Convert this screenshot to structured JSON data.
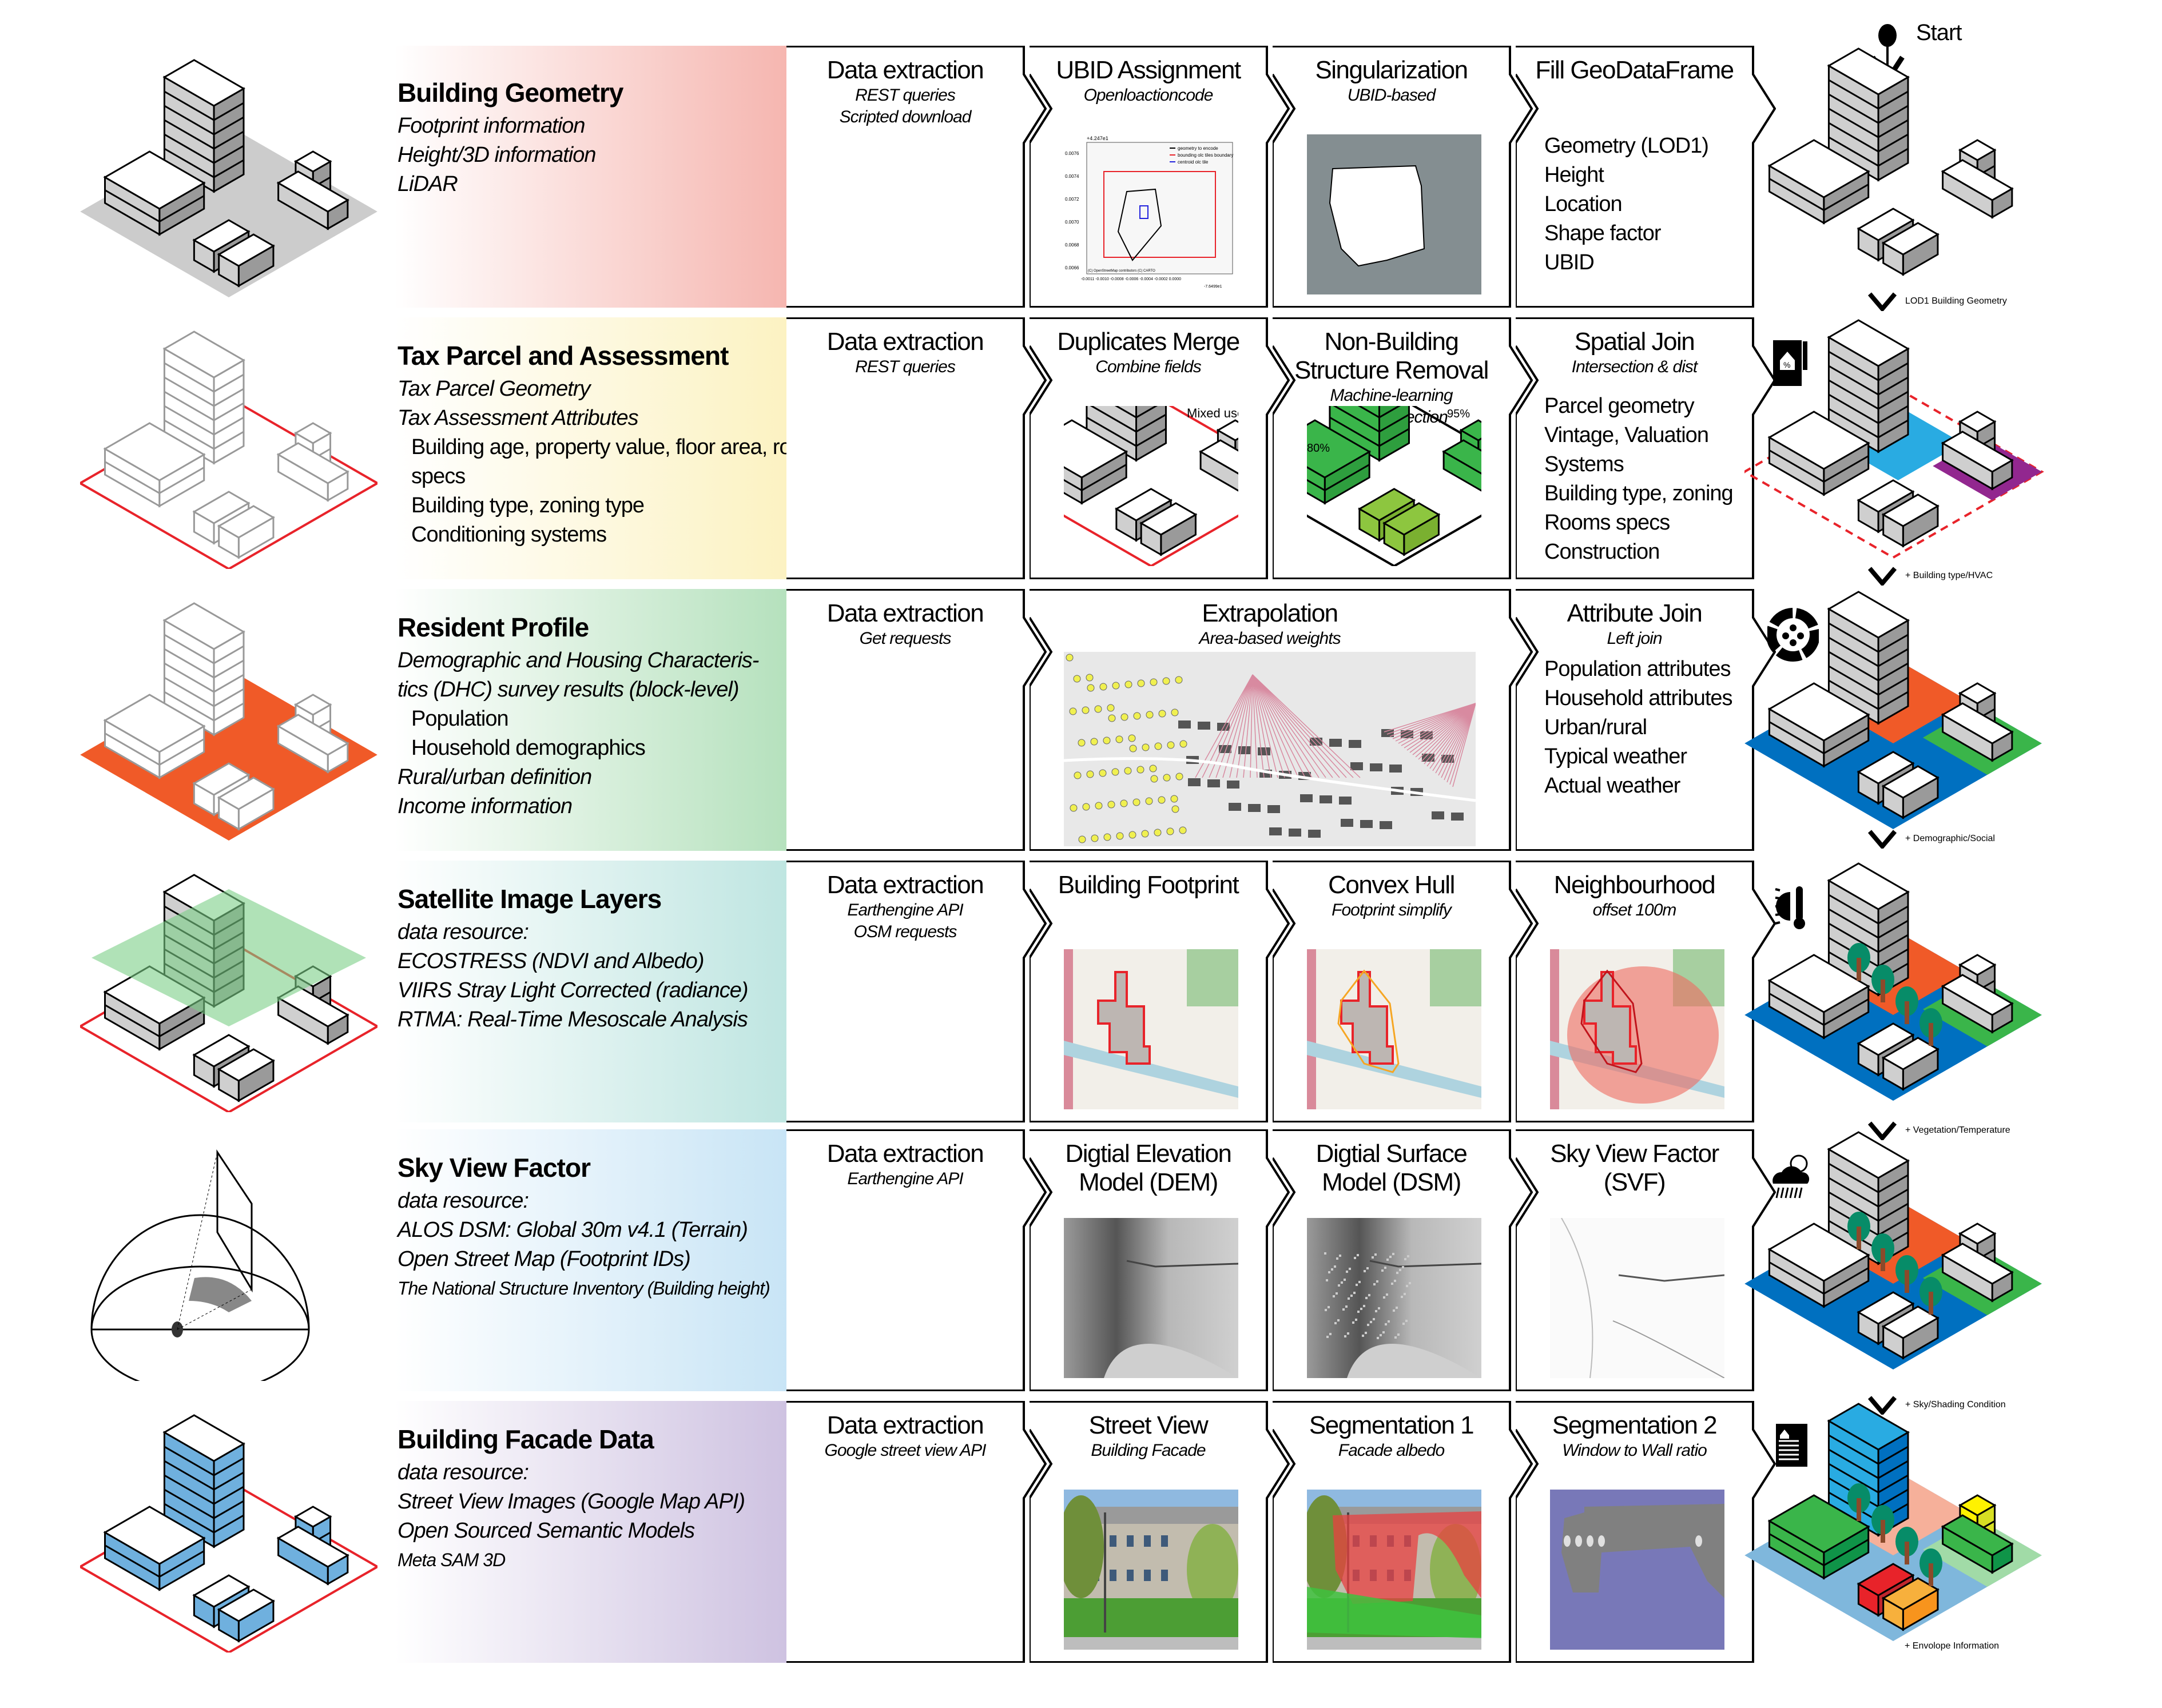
{
  "start_label": "Start",
  "rows": [
    {
      "id": "building-geometry",
      "band_color": "#f4aaa3",
      "title": "Building Geometry",
      "lines": [
        {
          "text": "Footprint information",
          "style": "it"
        },
        {
          "text": "Height/3D information",
          "style": "it"
        },
        {
          "text": "LiDAR",
          "style": "it"
        }
      ],
      "stages": [
        {
          "title": "Data extraction",
          "subs": [
            "REST queries",
            "Scripted download"
          ]
        },
        {
          "title": "UBID Assignment",
          "subs": [
            "Openloactioncode"
          ],
          "plot": {
            "offset_label": "+4.247e1",
            "x_offset_label": "-7.6499e1",
            "yticks": [
              "0.0076",
              "0.0074",
              "0.0072",
              "0.0070",
              "0.0068",
              "0.0066"
            ],
            "xticks": "-0.0011 -0.0010 -0.0008 -0.0006 -0.0004 -0.0002 0.0000",
            "legend": [
              "geometry to encode",
              "bounding olc tiles boundary",
              "centroid olc tile"
            ],
            "credit": "(C) OpenStreetMap contributors (C) CARTO"
          }
        },
        {
          "title": "Singularization",
          "subs": [
            "UBID-based"
          ]
        },
        {
          "title": "Fill GeoDataFrame",
          "subs": [],
          "list": [
            "Geometry (LOD1)",
            "Height",
            "Location",
            "Shape factor",
            "UBID"
          ]
        }
      ],
      "output_label": "LOD1 Building Geometry",
      "output_icon": "start-marker"
    },
    {
      "id": "tax-parcel",
      "band_color": "#fbf0b8",
      "title": "Tax Parcel and Assessment",
      "lines": [
        {
          "text": "Tax Parcel Geometry",
          "style": "it"
        },
        {
          "text": "Tax Assessment Attributes",
          "style": "it"
        },
        {
          "text": "Building age, property value, floor area, room",
          "style": "ind"
        },
        {
          "text": "specs",
          "style": "ind"
        },
        {
          "text": "Building type, zoning type",
          "style": "ind"
        },
        {
          "text": "Conditioning systems",
          "style": "ind"
        }
      ],
      "stages": [
        {
          "title": "Data extraction",
          "subs": [
            "REST queries"
          ]
        },
        {
          "title": "Duplicates Merge",
          "subs": [
            "Combine fields"
          ],
          "annotation": "Mixed use"
        },
        {
          "title": "Non-Building Structure Removal",
          "subs": [
            "Machine-learning",
            "based detection"
          ],
          "annotations": [
            "80%",
            "95%"
          ]
        },
        {
          "title": "Spatial Join",
          "subs": [
            "Intersection & dist"
          ],
          "list": [
            "Parcel geometry",
            "Vintage, Valuation",
            "Systems",
            "Building type, zoning",
            "Rooms specs",
            "Construction"
          ]
        }
      ],
      "output_label": "+ Building type/HVAC",
      "output_icon": "tax-receipt-house-icon"
    },
    {
      "id": "resident-profile",
      "band_color": "#a9dcb2",
      "title": "Resident Profile",
      "lines": [
        {
          "text": "Demographic and Housing Characteris-",
          "style": "it"
        },
        {
          "text": "tics (DHC) survey results (block-level)",
          "style": "it"
        },
        {
          "text": "Population",
          "style": "ind"
        },
        {
          "text": "Household demographics",
          "style": "ind"
        },
        {
          "text": "Rural/urban definition",
          "style": "it"
        },
        {
          "text": "Income information",
          "style": "it"
        }
      ],
      "stages": [
        {
          "title": "Data extraction",
          "subs": [
            "Get requests"
          ]
        },
        {
          "title": "Extrapolation",
          "subs": [
            "Area-based weights"
          ],
          "wide": true
        },
        {
          "title": "Attribute Join",
          "subs": [
            "Left join"
          ],
          "list": [
            "Population attributes",
            "Household attributes",
            "Urban/rural",
            "Typical weather",
            "Actual weather"
          ]
        }
      ],
      "output_label": "+ Demographic/Social",
      "output_icon": "population-group-icon"
    },
    {
      "id": "satellite",
      "band_color": "#b4e1dc",
      "title": "Satellite Image Layers",
      "lines": [
        {
          "text": "data resource:",
          "style": "it"
        },
        {
          "text": "ECOSTRESS (NDVI and Albedo)",
          "style": "it"
        },
        {
          "text": "VIIRS Stray Light Corrected (radiance)",
          "style": "it"
        },
        {
          "text": "RTMA: Real-Time Mesoscale Analysis",
          "style": "it"
        }
      ],
      "stages": [
        {
          "title": "Data extraction",
          "subs": [
            "Earthengine API",
            "OSM requests"
          ]
        },
        {
          "title": "Building Footprint",
          "subs": []
        },
        {
          "title": "Convex Hull",
          "subs": [
            "Footprint simplify"
          ]
        },
        {
          "title": "Neighbourhood",
          "subs": [
            "offset 100m"
          ]
        }
      ],
      "output_label": "+ Vegetation/Temperature",
      "output_icon": "sun-thermometer-icon"
    },
    {
      "id": "sky-view",
      "band_color": "#bfe0f4",
      "title": "Sky View Factor",
      "lines": [
        {
          "text": "data resource:",
          "style": "it"
        },
        {
          "text": "ALOS DSM: Global 30m v4.1 (Terrain)",
          "style": "it"
        },
        {
          "text": "Open Street Map (Footprint IDs)",
          "style": "it"
        },
        {
          "text": "The National Structure Inventory (Building height)",
          "style": "it sm"
        }
      ],
      "stages": [
        {
          "title": "Data extraction",
          "subs": [
            "Earthengine API"
          ]
        },
        {
          "title": "Digtial Elevation Model (DEM)",
          "subs": []
        },
        {
          "title": "Digtial Surface Model (DSM)",
          "subs": []
        },
        {
          "title": "Sky View Factor (SVF)",
          "subs": []
        }
      ],
      "output_label": "+ Sky/Shading Condition",
      "output_icon": "cloud-rain-sun-icon"
    },
    {
      "id": "facade",
      "band_color": "#c6b8dc",
      "title": "Building Facade Data",
      "lines": [
        {
          "text": "data resource:",
          "style": "it"
        },
        {
          "text": "Street View  Images (Google Map API)",
          "style": "it"
        },
        {
          "text": "Open Sourced Semantic Models",
          "style": "it"
        },
        {
          "text": "Meta SAM 3D",
          "style": "it sm"
        }
      ],
      "stages": [
        {
          "title": "Data extraction",
          "subs": [
            "Google street view API"
          ]
        },
        {
          "title": "Street View",
          "subs": [
            "Building Facade"
          ]
        },
        {
          "title": "Segmentation 1",
          "subs": [
            "Facade albedo"
          ]
        },
        {
          "title": "Segmentation 2",
          "subs": [
            "Window to Wall ratio"
          ]
        }
      ],
      "output_label": "+ Envolope Information",
      "output_icon": "house-document-icon"
    }
  ],
  "colors": {
    "parcel_red": "#e8232a",
    "blue_ground": "#0070c0",
    "orange_ground": "#f05a28",
    "green_ground": "#3ab54a",
    "purple_ground": "#92278f",
    "cyan_ground": "#29abe2",
    "tree_green": "#078c68",
    "building_light": "#cfcfcf",
    "building_dark": "#9a9a9a"
  }
}
